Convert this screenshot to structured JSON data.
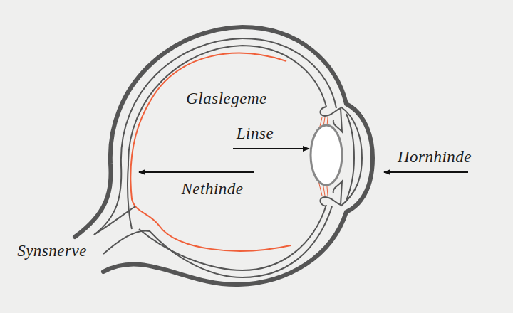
{
  "diagram": {
    "labels": [
      "Glaslegeme",
      "Linse",
      "Hornhinde",
      "Nethinde",
      "Synsnerve"
    ]
  }
}
